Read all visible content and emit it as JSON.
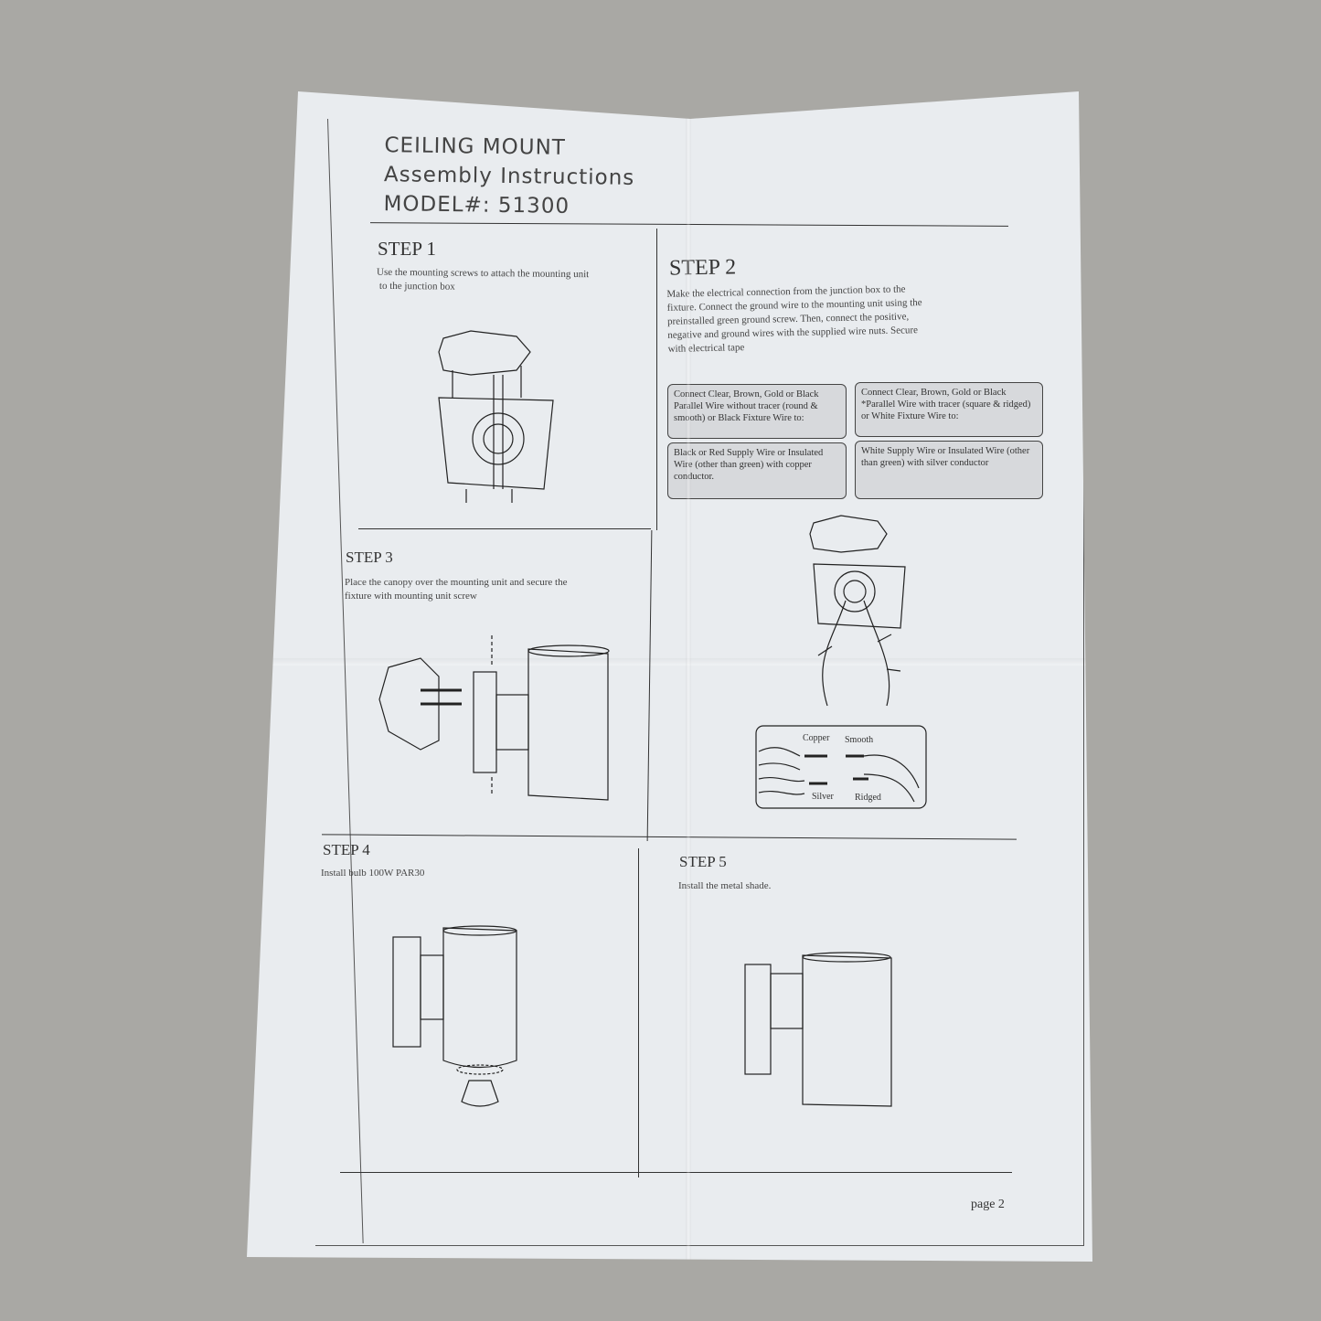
{
  "header": {
    "line1": "CEILING MOUNT",
    "line2": "Assembly Instructions",
    "line3": "MODEL#: 51300"
  },
  "step1": {
    "title": "STEP 1",
    "text": [
      "Use the mounting screws to attach the mounting unit",
      "to the junction box"
    ]
  },
  "step2": {
    "title": "STEP 2",
    "text": [
      "Make the electrical connection from the junction box to the",
      "fixture. Connect the ground wire to the mounting unit using the",
      "preinstalled green ground screw. Then, connect the positive,",
      "negative and ground wires with the supplied wire nuts. Secure",
      "with electrical tape"
    ],
    "boxes": {
      "top_left": "Connect Clear, Brown, Gold or Black Parallel Wire without tracer (round & smooth) or Black Fixture Wire to:",
      "top_right": "Connect Clear, Brown, Gold or Black *Parallel Wire with tracer (square & ridged) or White Fixture Wire to:",
      "bottom_left": "Black or Red Supply Wire or Insulated Wire (other than green) with copper conductor.",
      "bottom_right": "White Supply Wire or Insulated Wire (other than green) with silver conductor"
    },
    "wire_labels": {
      "copper": "Copper",
      "smooth": "Smooth",
      "silver": "Silver",
      "ridged": "Ridged"
    }
  },
  "step3": {
    "title": "STEP 3",
    "text": [
      "Place the canopy over the mounting unit and secure the",
      "fixture with mounting unit screw"
    ]
  },
  "step4": {
    "title": "STEP   4",
    "text": "Install bulb  100W   PAR30"
  },
  "step5": {
    "title": "STEP   5",
    "text": "Install the metal shade."
  },
  "footer": {
    "page": "page 2"
  }
}
